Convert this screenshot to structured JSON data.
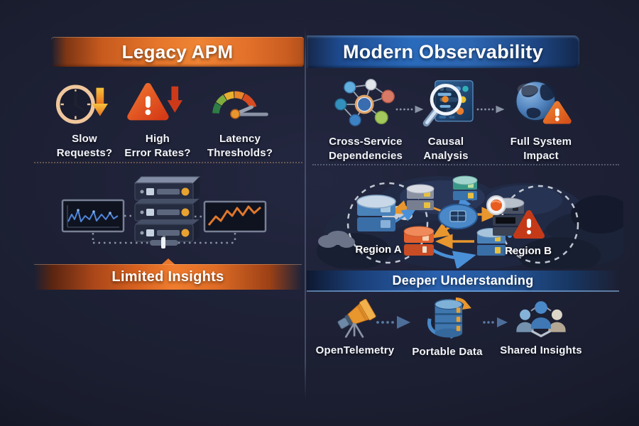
{
  "palette": {
    "background": "#191c2c",
    "legacy_accent": "#e8782c",
    "modern_accent": "#2a64b0",
    "alert_red": "#d84018",
    "warn_orange": "#e8962e",
    "line_blue": "#4f86d8"
  },
  "legacy": {
    "header": "Legacy APM",
    "pain_points": [
      {
        "icon": "slow-clock-icon",
        "label": "Slow\nRequests?"
      },
      {
        "icon": "error-rate-warning-icon",
        "label": "High\nError Rates?"
      },
      {
        "icon": "latency-gauge-icon",
        "label": "Latency\nThresholds?"
      }
    ],
    "banner": "Limited Insights"
  },
  "modern": {
    "header": "Modern Observability",
    "capabilities": [
      {
        "icon": "service-map-icon",
        "label": "Cross-Service\nDependencies"
      },
      {
        "icon": "causal-analysis-icon",
        "label": "Causal\nAnalysis"
      },
      {
        "icon": "global-impact-icon",
        "label": "Full System\nImpact"
      }
    ],
    "regions": {
      "a": "Region A",
      "b": "Region B"
    },
    "banner": "Deeper Understanding",
    "foundations": [
      {
        "icon": "telescope-icon",
        "label": "OpenTelemetry"
      },
      {
        "icon": "portable-data-icon",
        "label": "Portable Data"
      },
      {
        "icon": "shared-insights-icon",
        "label": "Shared Insights"
      }
    ]
  }
}
